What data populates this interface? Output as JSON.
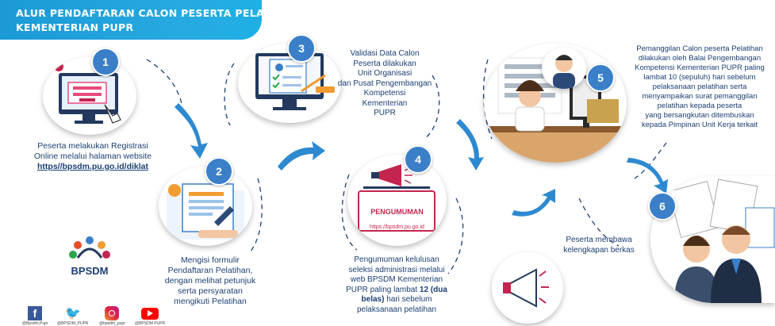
{
  "banner": {
    "line1": "ALUR PENDAFTARAN CALON PESERTA PELATIHAN (CPP)",
    "line2": "KEMENTERIAN PUPR"
  },
  "steps": [
    {
      "number": "1",
      "text_lines": [
        "Peserta melakukan Registrasi",
        "Online melalui halaman website"
      ],
      "link": "https//bpsdm.pu.go.id/diklat"
    },
    {
      "number": "2",
      "text_lines": [
        "Mengisi formulir",
        "Pendaftaran Pelatihan,",
        "dengan melihat petunjuk",
        "serta persyaratan",
        "mengikuti Pelatihan"
      ]
    },
    {
      "number": "3",
      "text_lines": [
        "Validasi Data Calon",
        "Peserta dilakukan",
        "Unit Organisasi",
        "dan Pusat Pengembangan",
        "Kompetensi",
        "Kementerian",
        "PUPR"
      ]
    },
    {
      "number": "4",
      "text_lines": [
        "Pengumuman kelulusan",
        "seleksi administrasi melalui",
        "web BPSDM Kementerian"
      ],
      "line4_pre": "PUPR paling lambat ",
      "line4_bold": "12 (dua",
      "line5_bold": "belas)",
      "line5_post": " hari sebelum",
      "line6": "pelaksanaan pelatihan"
    },
    {
      "number": "5",
      "text_lines": [
        "Pemanggilan Calon peserta Pelatihan",
        "dilakukan oleh Balai Pengembangan",
        "Kompetensi Kementerian PUPR paling",
        "lambat 10 (sepuluh) hari sebelum",
        "pelaksanaan pelatihan serta",
        "menyampaikan surat pemanggilan",
        "pelatihan kepada peserta",
        "yang bersangkutan ditembuskan",
        "kepada Pimpinan Unit Kerja terkait"
      ]
    },
    {
      "number": "6",
      "text_lines": [
        "Peserta membawa",
        "kelengkapan berkas"
      ]
    }
  ],
  "board": {
    "title": "PENGUMUMAN",
    "url": "https://bpsdm.pu.go.id"
  },
  "logo": {
    "text": "BPSDM"
  },
  "social": [
    {
      "icon": "facebook-icon",
      "handle": "@Bpsdm.Pupr",
      "color": "#3b5998"
    },
    {
      "icon": "twitter-icon",
      "handle": "@BPSDM_PUPR",
      "color": "#1da1f2"
    },
    {
      "icon": "instagram-icon",
      "handle": "@bpsdm_pupr",
      "color": "#c13584"
    },
    {
      "icon": "youtube-icon",
      "handle": "@BPSDM PUPR",
      "color": "#ff0000"
    }
  ],
  "colors": {
    "primary": "#1b9ad6",
    "text": "#1b3f73",
    "badge": "#3b7fc9"
  }
}
